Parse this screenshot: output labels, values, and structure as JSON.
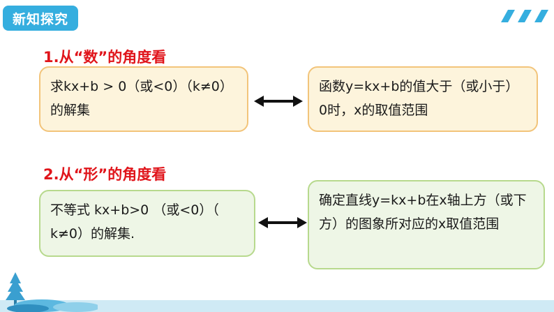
{
  "badge": {
    "label": "新知探究"
  },
  "section1": {
    "heading": "1.从“数”的角度看",
    "left_text": "求kx+b > 0（或<0）（k≠0）的解集",
    "right_text": "函数y=kx+b的值大于（或小于）0时，x的取值范围"
  },
  "section2": {
    "heading": "2.从“形”的角度看",
    "left_text": "不等式 kx+b>0 （或<0）（ k≠0）的解集.",
    "right_text": "确定直线y=kx+b在x轴上方（或下方）的图象所对应的x取值范围"
  },
  "colors": {
    "accent": "#35aedf",
    "heading": "#e0151b",
    "yellow_fill": "#fdf4dc",
    "yellow_border": "#f2c47a",
    "green_fill": "#eef6e6",
    "green_border": "#b7d98d"
  },
  "icons": [
    "double-arrow-icon",
    "slash-stripes-icon",
    "tree-landscape-icon"
  ]
}
